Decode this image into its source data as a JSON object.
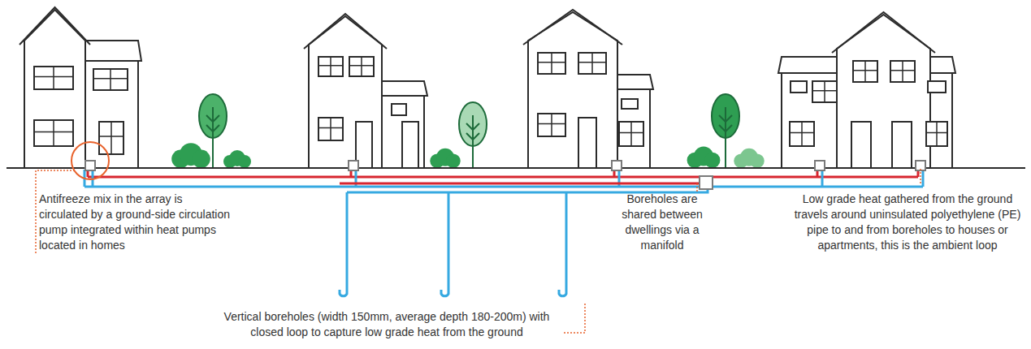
{
  "diagram": {
    "labels": [
      "Antifreeze mix in the array is circulated by a ground-side circulation pump integrated within heat pumps located in homes",
      "Boreholes are shared between dwellings via a manifold",
      "Low grade heat gathered from the ground travels around uninsulated polyethylene (PE) pipe to and from boreholes to houses or apartments, this is the ambient loop",
      "Vertical boreholes (width 150mm, average depth 180-200m) with closed loop to capture low grade heat from the ground"
    ]
  }
}
